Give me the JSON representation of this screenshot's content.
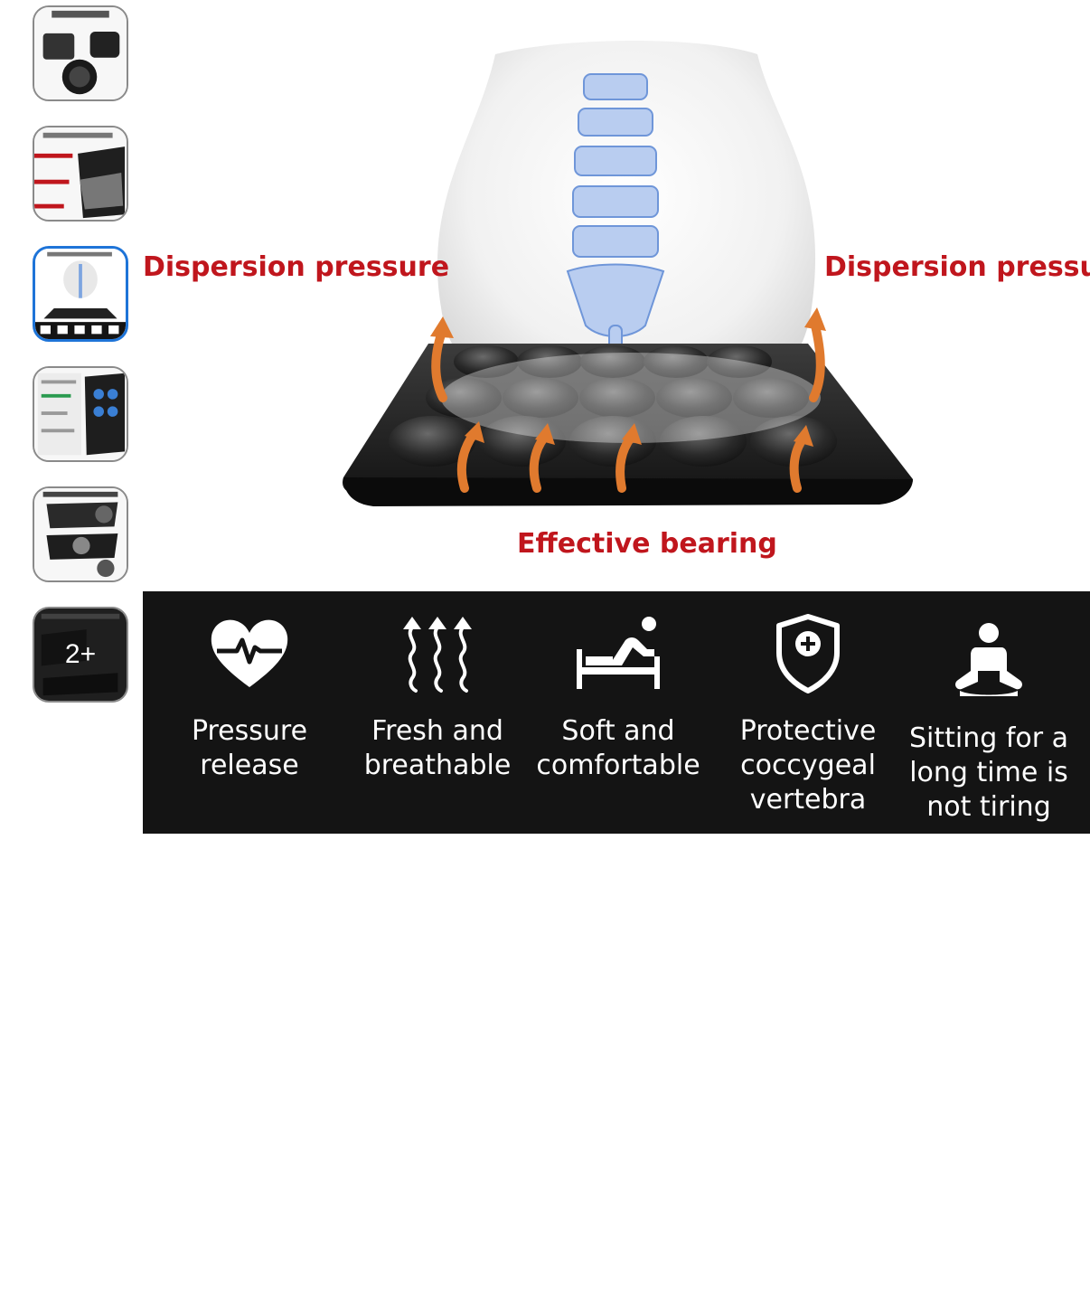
{
  "thumbnails": {
    "items": [
      {
        "name": "thumb-1",
        "active": false
      },
      {
        "name": "thumb-2",
        "active": false
      },
      {
        "name": "thumb-3",
        "active": true
      },
      {
        "name": "thumb-4",
        "active": false
      },
      {
        "name": "thumb-5",
        "active": false
      },
      {
        "name": "thumb-6",
        "active": false
      }
    ],
    "more_label": "2+"
  },
  "main_image": {
    "label_left": "Dispersion pressure",
    "label_right": "Dispersion pressure",
    "label_bottom": "Effective bearing",
    "features": [
      {
        "icon": "heart-icon",
        "text": "Pressure\nrelease"
      },
      {
        "icon": "airflow-icon",
        "text": "Fresh and\nbreathable"
      },
      {
        "icon": "bed-icon",
        "text": "Soft and\ncomfortable"
      },
      {
        "icon": "shield-plus-icon",
        "text": "Protective\ncoccygeal\nvertebra"
      },
      {
        "icon": "meditation-icon",
        "text": "Sitting for a\nlong time is\nnot tiring"
      }
    ]
  },
  "colors": {
    "accent_active": "#1e74d8",
    "label_red": "#c0161d",
    "band_dark": "#141414"
  }
}
